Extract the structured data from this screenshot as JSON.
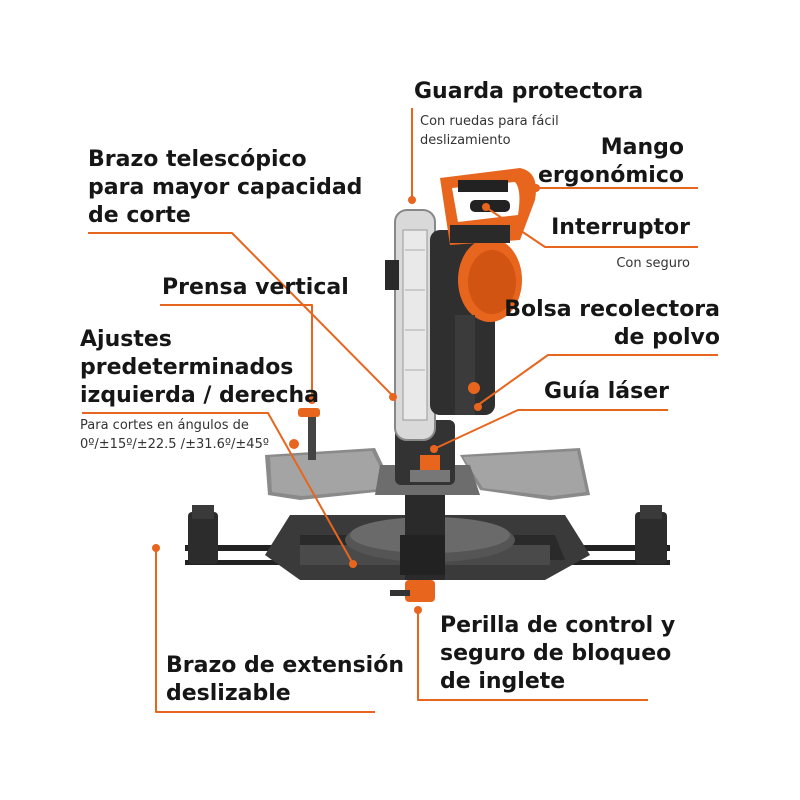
{
  "accent_color": "#e8651e",
  "callouts": {
    "guarda": {
      "title": "Guarda protectora",
      "sub": "Con ruedas para fácil\ndeslizamiento"
    },
    "mango": {
      "title": "Mango\nergonómico"
    },
    "brazo_telescopico": {
      "title": "Brazo telescópico\npara mayor capacidad\nde corte"
    },
    "interruptor": {
      "title": "Interruptor",
      "sub": "Con seguro"
    },
    "prensa": {
      "title": "Prensa vertical"
    },
    "bolsa": {
      "title": "Bolsa recolectora\nde polvo"
    },
    "ajustes": {
      "title": "Ajustes\npredeterminados\nizquierda / derecha",
      "sub": "Para cortes en ángulos de\n0º/±15º/±22.5 /±31.6º/±45º"
    },
    "guia": {
      "title": "Guía láser"
    },
    "perilla": {
      "title": "Perilla de control y\nseguro de bloqueo\nde inglete"
    },
    "extension": {
      "title": "Brazo de extensión\ndeslizable"
    }
  }
}
